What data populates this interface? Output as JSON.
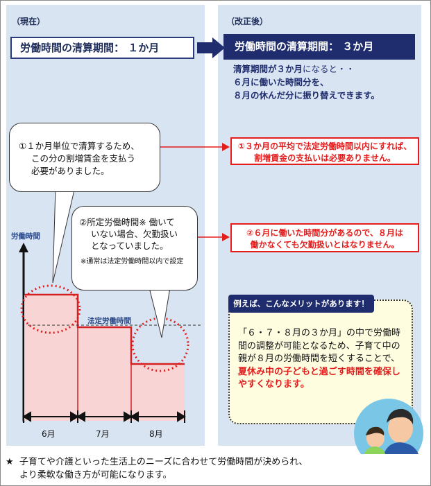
{
  "current": {
    "tag": "（現在）",
    "period_label": "労働時間の清算期間： １か月"
  },
  "revised": {
    "tag": "（改正後）",
    "period_label": "労働時間の清算期間： ３か月",
    "desc_line1_bold": "清算期間が３か月",
    "desc_line1_rest": "になると・・",
    "desc_line2": "６月に働いた時間分を、",
    "desc_line3": "８月の休んだ分に振り替えできます。"
  },
  "bubble1": {
    "line1": "①１か月単位で清算するため、",
    "line2": "この分の割増賃金を支払う",
    "line3": "必要がありました。"
  },
  "bubble2": {
    "line1": "②所定労働時間※ 働いて",
    "line2": "いない場合、欠勤扱い",
    "line3": "となっていました。",
    "note": "※通常は法定労働時間以内で設定"
  },
  "point1": {
    "line1": "①３か月の平均で法定労働時間以内にすれば、",
    "line2": "割増賃金の支払いは必要ありません。"
  },
  "point2": {
    "line1": "②６月に働いた時間分があるので、８月は",
    "line2": "働かなくても欠勤扱いとはなりません。"
  },
  "chart": {
    "ylabel": "労働時間",
    "threshold_label": "法定労働時間",
    "months": [
      "6月",
      "7月",
      "8月"
    ],
    "levels": [
      3,
      2,
      1
    ]
  },
  "benefit": {
    "title": "例えば、こんなメリットがあります！",
    "text_normal": "「６・７・８月の３か月」の中で労働時間の調整が可能となるため、子育て中の親が８月の労働時間を短くすることで、",
    "text_red": "夏休み中の子どもと過ごす時間を確保しやすくなります。"
  },
  "footer": {
    "star": "★",
    "line1": "子育てや介護といった生活上のニーズに合わせて労働時間が決められ、",
    "line2": "より柔軟な働き方が可能になります。"
  },
  "colors": {
    "navy": "#1f2d6e",
    "panel": "#d9e4f2",
    "red": "#e31c1c",
    "fill": "#f9d4d4"
  }
}
